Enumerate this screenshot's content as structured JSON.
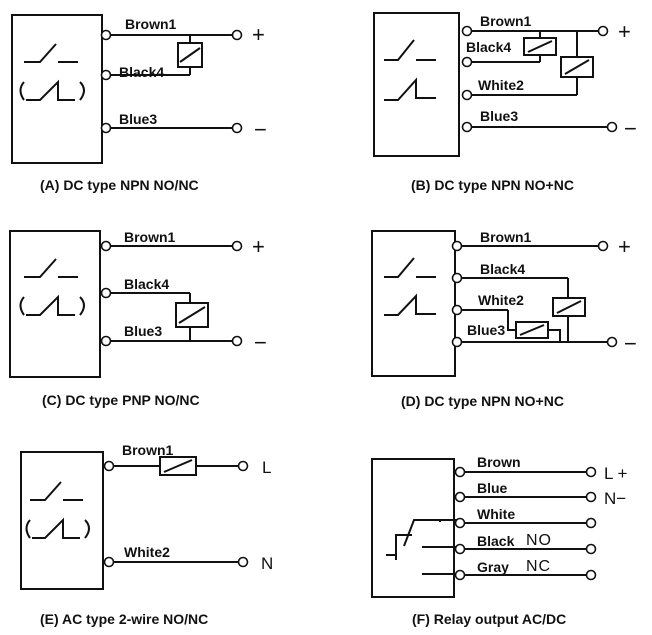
{
  "panels": {
    "A": {
      "caption": "(A) DC type NPN NO/NC",
      "wires": [
        "Brown1",
        "Black4",
        "Blue3"
      ],
      "terminals": [
        "+",
        "−"
      ]
    },
    "B": {
      "caption": "(B) DC type NPN NO+NC",
      "wires": [
        "Brown1",
        "Black4",
        "White2",
        "Blue3"
      ],
      "terminals": [
        "+",
        "−"
      ]
    },
    "C": {
      "caption": "(C) DC type PNP NO/NC",
      "wires": [
        "Brown1",
        "Black4",
        "Blue3"
      ],
      "terminals": [
        "+",
        "−"
      ]
    },
    "D": {
      "caption": "(D) DC type NPN NO+NC",
      "wires": [
        "Brown1",
        "Black4",
        "White2",
        "Blue3"
      ],
      "terminals": [
        "+",
        "−"
      ]
    },
    "E": {
      "caption": "(E) AC type 2-wire NO/NC",
      "wires": [
        "Brown1",
        "White2"
      ],
      "terminals": [
        "L",
        "N"
      ]
    },
    "F": {
      "caption": "(F) Relay output AC/DC",
      "wires": [
        "Brown",
        "Blue",
        "White",
        "Black",
        "Gray"
      ],
      "terminals": [
        "L +",
        "N−"
      ],
      "contacts": [
        "NO",
        "NC"
      ]
    }
  }
}
